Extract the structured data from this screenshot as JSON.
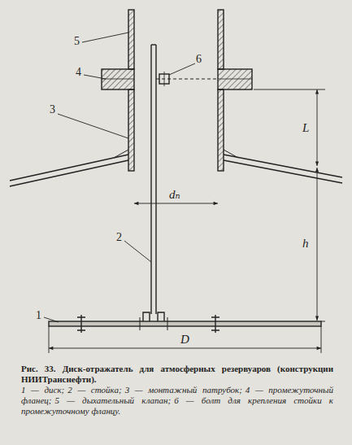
{
  "diagram": {
    "caption": "Рис. 33. Диск-отражатель для атмосферных резервуаров (конструкции НИИТранснефти).",
    "labels": [
      "1",
      "2",
      "3",
      "4",
      "5",
      "6",
      "L",
      "dₙ",
      "h",
      "D",
      "1 — диск;",
      "2 — стойка;",
      "3 — монтажный патрубок;",
      "4 — промежуточный фланец;",
      "5 — дыхательный клапан;",
      "6 — болт для крепления стойки к промежуточному фланцу."
    ]
  }
}
